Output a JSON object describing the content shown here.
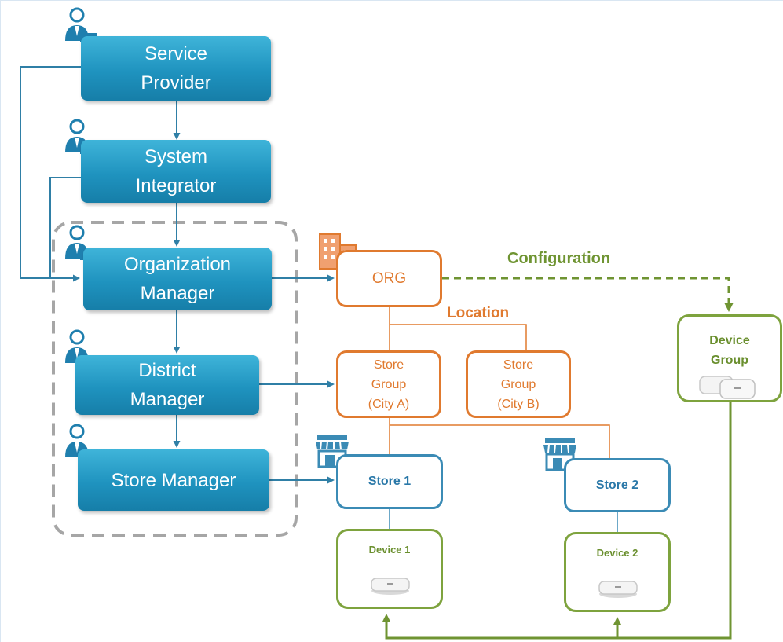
{
  "roles": {
    "service_provider": [
      "Service",
      "Provider"
    ],
    "system_integrator": [
      "System",
      "Integrator"
    ],
    "organization_manager": [
      "Organization",
      "Manager"
    ],
    "district_manager": [
      "District",
      "Manager"
    ],
    "store_manager": [
      "Store Manager"
    ]
  },
  "entities": {
    "org": "ORG",
    "store_group_a": [
      "Store",
      "Group",
      "(City A)"
    ],
    "store_group_b": [
      "Store",
      "Group",
      "(City B)"
    ],
    "store_1": "Store 1",
    "store_2": "Store 2",
    "device_1": "Device 1",
    "device_2": "Device 2",
    "device_group": [
      "Device",
      "Group"
    ]
  },
  "labels": {
    "configuration": "Configuration",
    "location": "Location"
  },
  "colors": {
    "role_blue": "#1f93bf",
    "orange": "#e07a2f",
    "store_blue": "#3b8bb5",
    "green": "#7ea33e",
    "dashed_gray": "#a6a6a6"
  },
  "icons": {
    "user": "person-with-laptop-icon",
    "org": "office-building-icon",
    "store": "storefront-icon",
    "device": "access-point-icon"
  }
}
